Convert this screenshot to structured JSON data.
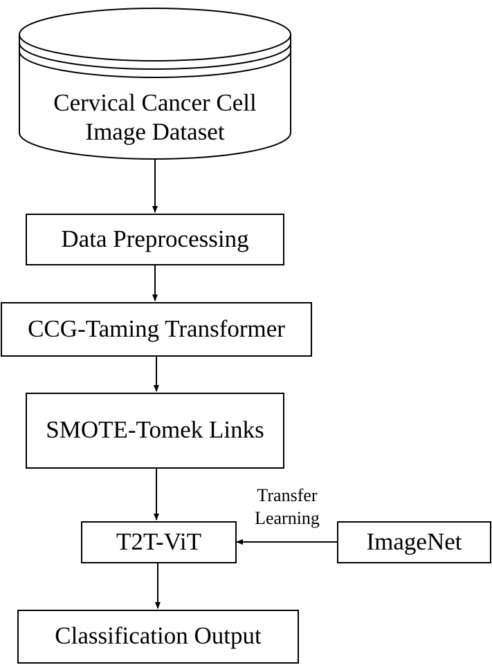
{
  "diagram": {
    "dataset": {
      "line1": "Cervical Cancer Cell",
      "line2": "Image  Dataset"
    },
    "preprocessing": "Data Preprocessing",
    "ccg": "CCG-Taming Transformer",
    "smote": "SMOTE-Tomek Links",
    "t2t": "T2T-ViT",
    "imagenet": "ImageNet",
    "transfer": {
      "line1": "Transfer",
      "line2": "Learning"
    },
    "output": "Classification Output"
  }
}
